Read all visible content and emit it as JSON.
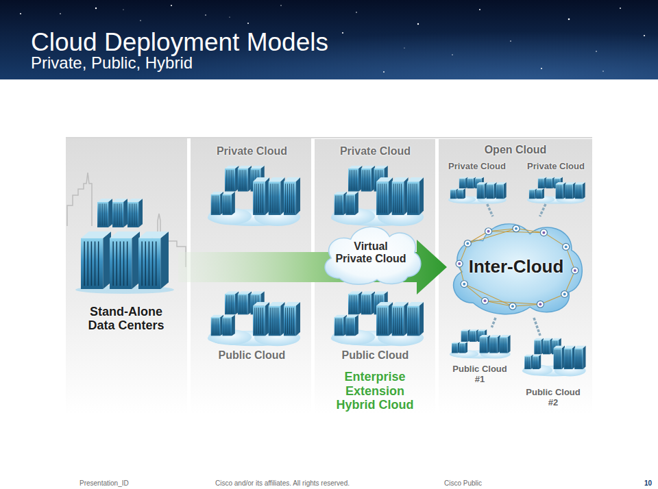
{
  "diagram": {
    "title": "Cloud Deployment Models",
    "nodes": [
      {
        "text": [
          "Stand-Alone Data Centers"
        ]
      },
      {
        "text": [
          "Private Cloud"
        ]
      },
      {
        "text": [
          "Public Cloud"
        ]
      },
      {
        "text": [
          "Enterprise Extension Hybrid Cloud"
        ]
      },
      {
        "text": [
          "Private Cloud"
        ],
        "in": 3
      },
      {
        "text": [
          "Virtual Private Cloud"
        ],
        "in": 3
      },
      {
        "text": [
          "Public Cloud"
        ],
        "in": 3
      },
      {
        "text": [
          "Open Cloud"
        ]
      },
      {
        "text": [
          "Private Cloud"
        ],
        "in": 7
      },
      {
        "text": [
          "Private Cloud"
        ],
        "in": 7
      },
      {
        "text": [
          "Inter-Cloud"
        ],
        "in": 7
      },
      {
        "text": [
          "Public Cloud #1"
        ],
        "in": 7
      },
      {
        "text": [
          "Public Cloud #2"
        ],
        "in": 7
      }
    ],
    "edges": [
      {
        "from": 0,
        "to": 10,
        "arrow": "to"
      },
      {
        "from": 8,
        "to": 10,
        "arrow": "none"
      },
      {
        "from": 9,
        "to": 10,
        "arrow": "none"
      },
      {
        "from": 10,
        "to": 11,
        "arrow": "none"
      },
      {
        "from": 10,
        "to": 12,
        "arrow": "none"
      }
    ],
    "labels": [
      "Private, Public, Hybrid",
      "Presentation_ID",
      "Cisco and/or its affiliates. All rights reserved.",
      "Cisco Public",
      "10"
    ]
  }
}
